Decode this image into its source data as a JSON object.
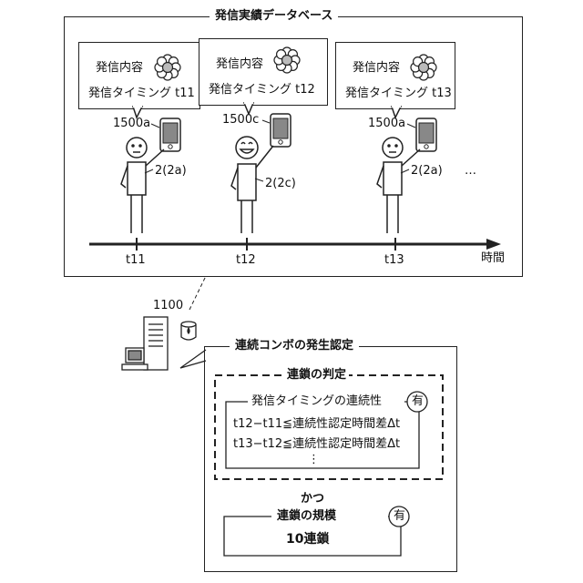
{
  "database": {
    "title": "発信実績データベース",
    "entries": [
      {
        "content_label": "発信内容",
        "timing_label": "発信タイミング",
        "time": "t11",
        "terminal": "1500a",
        "user": "2(2a)",
        "icon": "flower-icon"
      },
      {
        "content_label": "発信内容",
        "timing_label": "発信タイミング",
        "time": "t12",
        "terminal": "1500c",
        "user": "2(2c)",
        "icon": "flower-icon"
      },
      {
        "content_label": "発信内容",
        "timing_label": "発信タイミング",
        "time": "t13",
        "terminal": "1500a",
        "user": "2(2a)",
        "icon": "flower-icon"
      }
    ],
    "ellipsis": "…",
    "timeline": {
      "ticks": [
        "t11",
        "t12",
        "t13"
      ],
      "axis_label": "時間"
    }
  },
  "server": {
    "label": "1100"
  },
  "combo": {
    "title": "連続コンボの発生認定",
    "chain_judgement": {
      "title": "連鎖の判定",
      "continuity": {
        "title": "発信タイミングの連続性",
        "badge": "有",
        "lines": [
          "t12−t11≦連続性認定時間差Δt",
          "t13−t12≦連続性認定時間差Δt",
          "⋮"
        ]
      }
    },
    "conjunction": "かつ",
    "scale": {
      "title": "連鎖の規模",
      "badge": "有",
      "value": "10連鎖"
    }
  }
}
